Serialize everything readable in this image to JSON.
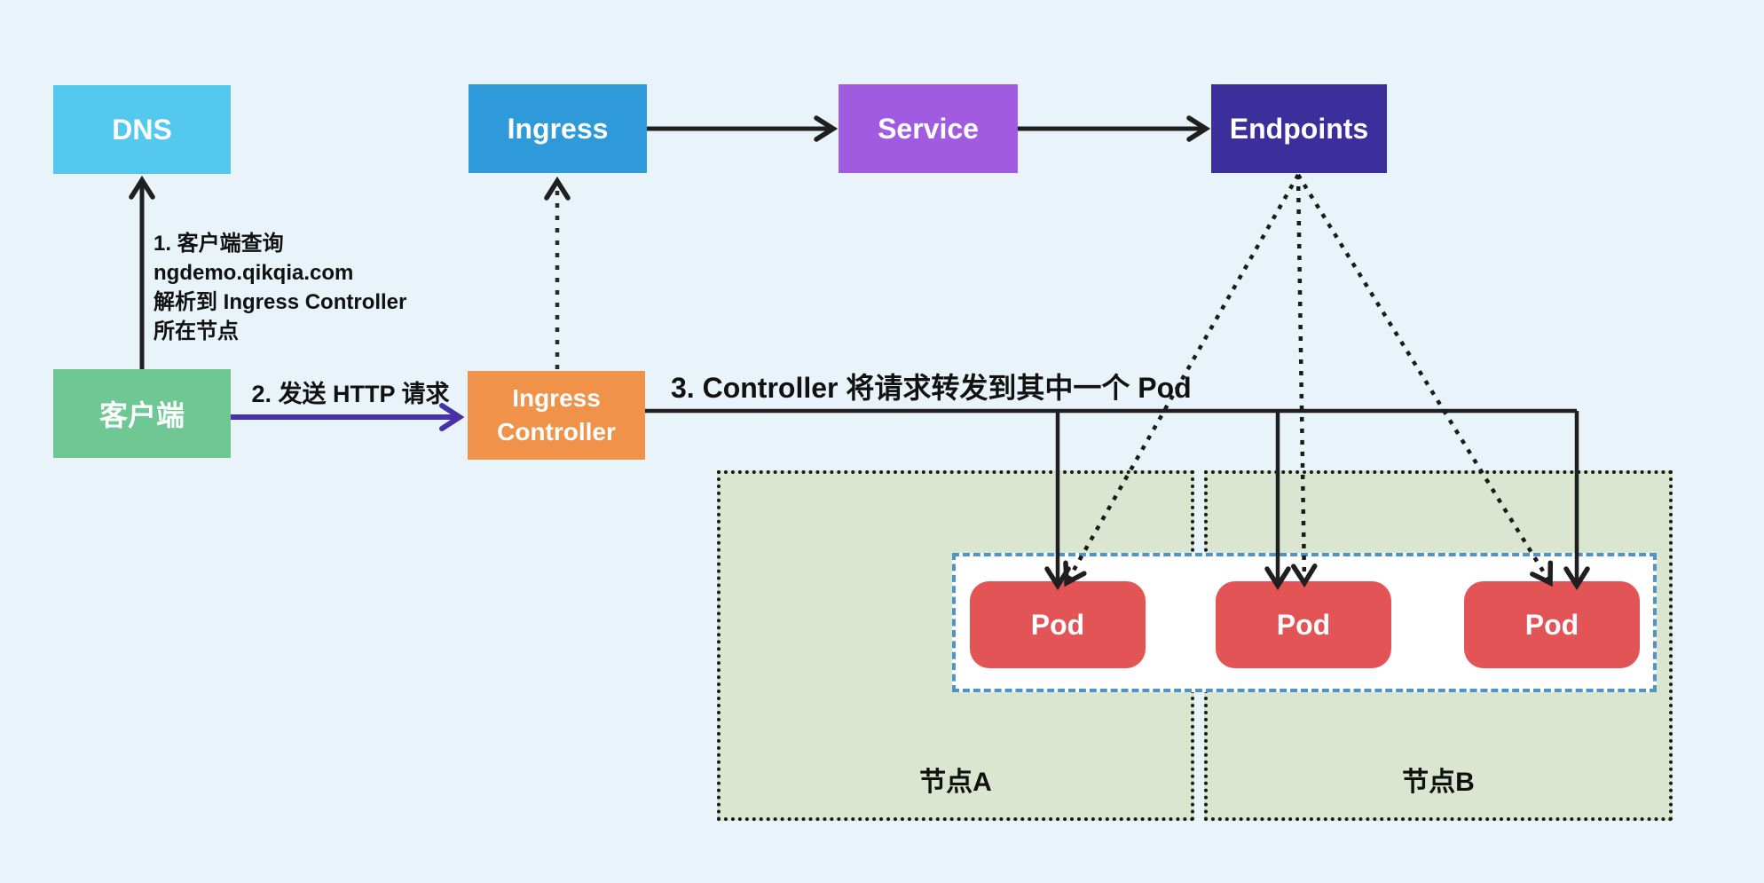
{
  "diagram_title": "Ingress traffic flow diagram",
  "palette": {
    "background": "#E9F3FA",
    "dns_box": "#55C8EF",
    "ingress_box": "#2F9AD9",
    "service_box": "#A05BE0",
    "endpoints_box": "#3C2E9B",
    "client_box": "#6FC794",
    "ingress_controller_box": "#F0924A",
    "pod_box": "#E35456",
    "node_fill": "#DAE6D0",
    "node_border": "#1A1A1A",
    "pod_strip_border": "#4E94C8",
    "arrow_black": "#1F1F1F",
    "arrow_purple": "#4631AB"
  },
  "boxes": {
    "dns": "DNS",
    "ingress": "Ingress",
    "service": "Service",
    "endpoints": "Endpoints",
    "client": "客户端",
    "ingress_controller": "Ingress Controller",
    "pods": [
      "Pod",
      "Pod",
      "Pod"
    ],
    "node_a": "节点A",
    "node_b": "节点B"
  },
  "annotations": {
    "step1": "1. 客户端查询\nngdemo.qikqia.com\n解析到 Ingress Controller\n所在节点",
    "step2": "2. 发送 HTTP 请求",
    "step3": "3. Controller 将请求转发到其中一个 Pod"
  }
}
